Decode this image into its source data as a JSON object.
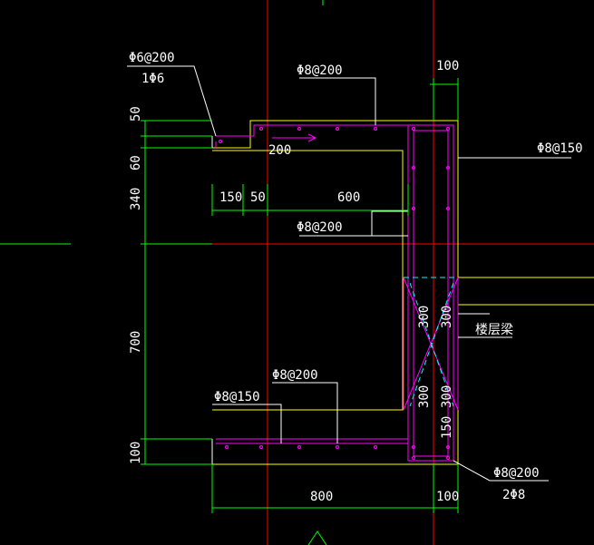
{
  "colors": {
    "background": "#000000",
    "axis_red": "#ff0000",
    "dim_green": "#00ff00",
    "outline_yellow": "#ffff00",
    "rebar_magenta": "#ff00ff",
    "leader_white": "#ffffff",
    "marker_cyan": "#00ffff",
    "text": "#ffffff"
  },
  "labels": {
    "top_left_bar": "Φ6@200",
    "top_left_bar_sub": "1Φ6",
    "top_bar": "Φ8@200",
    "top_right_dim": "100",
    "right_bar": "Φ8@150",
    "inner_200": "200",
    "mid_bar": "Φ8@200",
    "beam_label": "楼层梁",
    "lower_bar": "Φ8@200",
    "lower_left_bar": "Φ8@150",
    "bottom_right_bar": "Φ8@200",
    "bottom_right_bar_sub": "2Φ8"
  },
  "dims": {
    "left_50": "50",
    "left_60": "60",
    "left_340": "340",
    "left_700": "700",
    "left_100": "100",
    "h_150": "150",
    "h_50": "50",
    "h_600": "600",
    "bottom_800": "800",
    "bottom_100": "100",
    "beam_300_a": "300",
    "beam_300_b": "300",
    "beam_300_c": "300",
    "beam_300_d": "300",
    "beam_150": "150"
  }
}
